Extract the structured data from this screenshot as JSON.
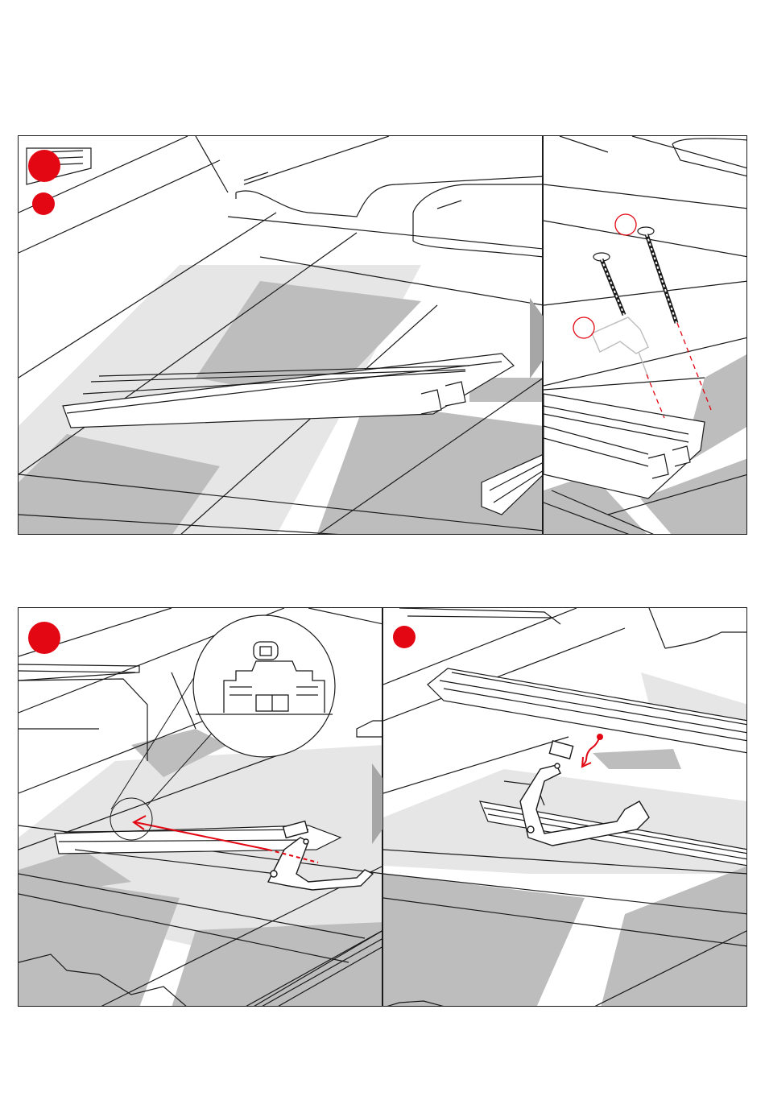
{
  "colors": {
    "accent": "#e30613",
    "line": "#1a1a1a",
    "shade_dark": "#bdbdbd",
    "shade_light": "#e3e3e3",
    "arrow": "#a6a6a6"
  },
  "steps": [
    {
      "id": "step-1",
      "marker": "step-marker-large",
      "sub_marker": "step-marker-small"
    },
    {
      "id": "step-1b",
      "marker": "none"
    },
    {
      "id": "step-2",
      "marker": "step-marker-large"
    },
    {
      "id": "step-2b",
      "marker": "step-marker-small"
    }
  ],
  "icons": [
    "screw-icon",
    "drill-icon",
    "roof-hook-icon",
    "rail-profile-icon",
    "next-arrow-icon"
  ]
}
